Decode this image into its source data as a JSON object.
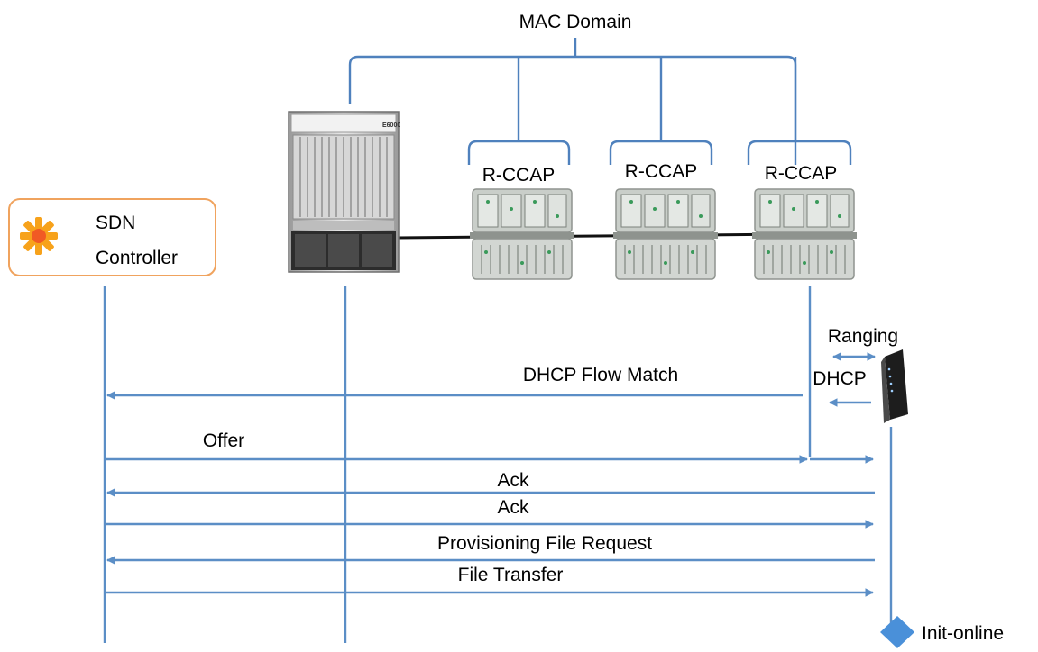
{
  "diagram": {
    "mac_domain_label": "MAC Domain",
    "sdn_controller": {
      "line1": "SDN",
      "line2": "Controller",
      "logo_icon": "asterisk-star-icon",
      "border_color": "#f0a35e"
    },
    "chassis_icon": "e6000-ccap-chassis-icon",
    "chassis_badge": "E6000",
    "rccap_labels": [
      "R-CCAP",
      "R-CCAP",
      "R-CCAP"
    ],
    "rccap_icon": "remote-ccap-node-icon",
    "modem_icon": "cable-modem-icon",
    "ranging_label": "Ranging",
    "dhcp_label": "DHCP",
    "end_state_label": "Init-online",
    "end_state_icon": "diamond-icon",
    "messages": [
      {
        "id": "dhcp-flow-match",
        "label": "DHCP Flow Match"
      },
      {
        "id": "offer",
        "label": "Offer"
      },
      {
        "id": "ack-1",
        "label": "Ack"
      },
      {
        "id": "ack-2",
        "label": "Ack"
      },
      {
        "id": "prov-request",
        "label": "Provisioning File Request"
      },
      {
        "id": "file-transfer",
        "label": "File Transfer"
      }
    ],
    "colors": {
      "line": "#5b8ec6",
      "bracket": "#4f81bd",
      "diamond": "#4a90d9",
      "logo_orange": "#f7a21b"
    }
  }
}
